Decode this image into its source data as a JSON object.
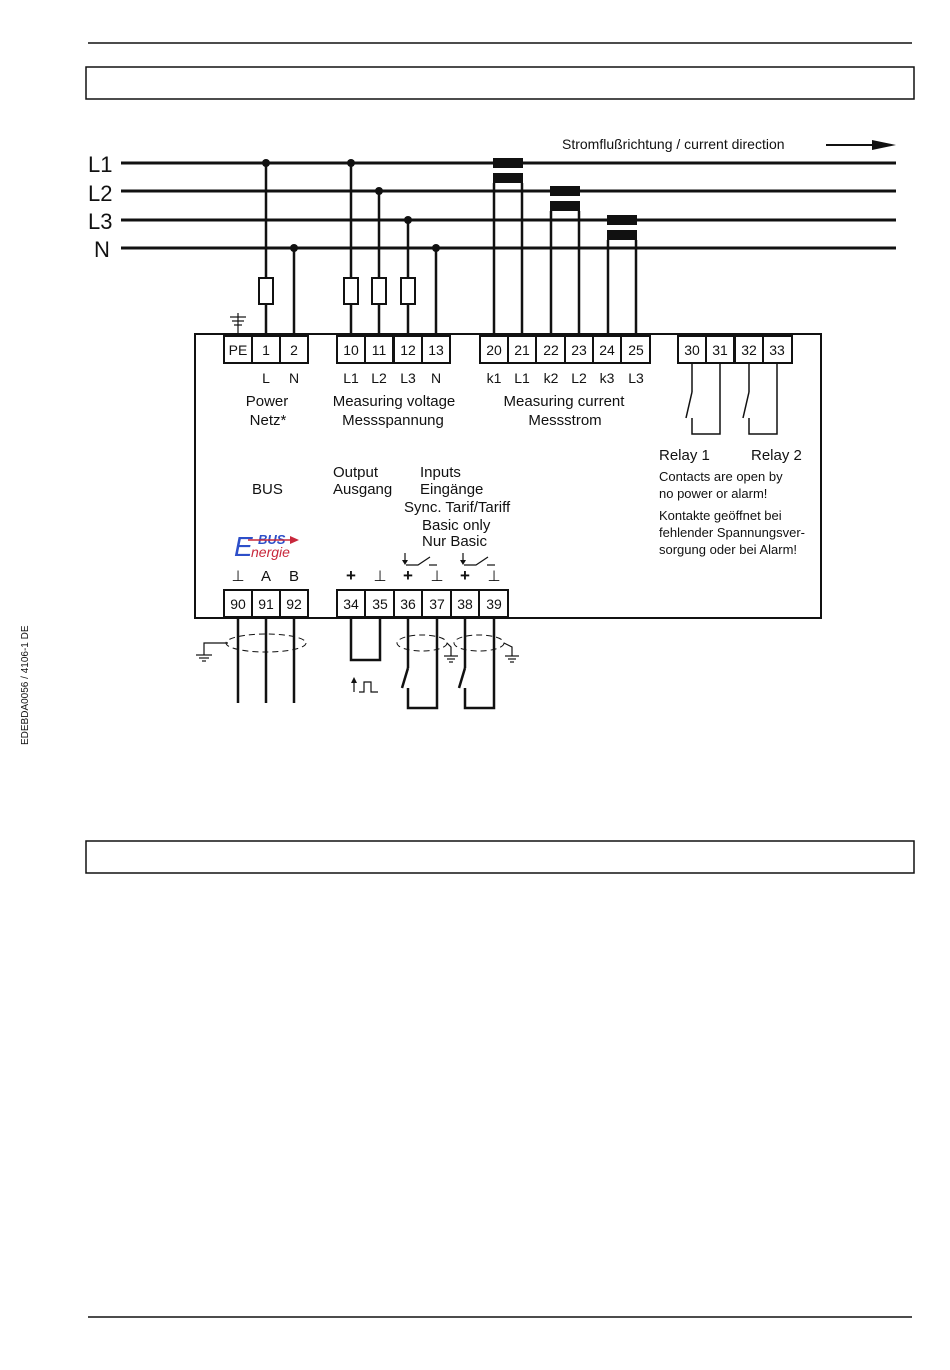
{
  "current_direction": "Stromflußrichtung / current  direction",
  "phases": [
    "L1",
    "L2",
    "L3",
    "N"
  ],
  "terminals": {
    "power": [
      "PE",
      "1",
      "2"
    ],
    "voltage": [
      "10",
      "11",
      "12",
      "13"
    ],
    "current": [
      "20",
      "21",
      "22",
      "23",
      "24",
      "25"
    ],
    "relay": [
      "30",
      "31",
      "32",
      "33"
    ],
    "bus": [
      "90",
      "91",
      "92"
    ],
    "io": [
      "34",
      "35",
      "36",
      "37",
      "38",
      "39"
    ]
  },
  "terminal_labels": {
    "power": [
      "L",
      "N"
    ],
    "voltage": [
      "L1",
      "L2",
      "L3",
      "N"
    ],
    "current": [
      "k1",
      "L1",
      "k2",
      "L2",
      "k3",
      "L3"
    ],
    "bus": [
      "⊥",
      "A",
      "B"
    ],
    "io": [
      "+",
      "⊥",
      "+",
      "⊥",
      "+",
      "⊥"
    ]
  },
  "groups": {
    "power_en": "Power",
    "power_de": "Netz*",
    "voltage_en": "Measuring voltage",
    "voltage_de": "Messspannung",
    "current_en": "Measuring current",
    "current_de": "Messstrom",
    "relay1": "Relay 1",
    "relay2": "Relay 2",
    "relay_note_en_1": "Contacts are open by",
    "relay_note_en_2": "no power or alarm!",
    "relay_note_de_1": "Kontakte geöffnet bei",
    "relay_note_de_2": "fehlender Spannungsver-",
    "relay_note_de_3": "sorgung oder bei Alarm!",
    "bus": "BUS",
    "output_en": "Output",
    "output_de": "Ausgang",
    "inputs_en": "Inputs",
    "inputs_de": "Eingänge",
    "sync_tariff": "Sync.  Tarif/Tariff",
    "basic_en": "Basic only",
    "basic_de": "Nur Basic"
  },
  "logo": {
    "top": "BUS",
    "bottom": "nergie",
    "letter": "E",
    "blue": "#2d4fc9",
    "red": "#c8283c"
  },
  "side_text": "EDEBDA0056 / 4106-1 DE"
}
